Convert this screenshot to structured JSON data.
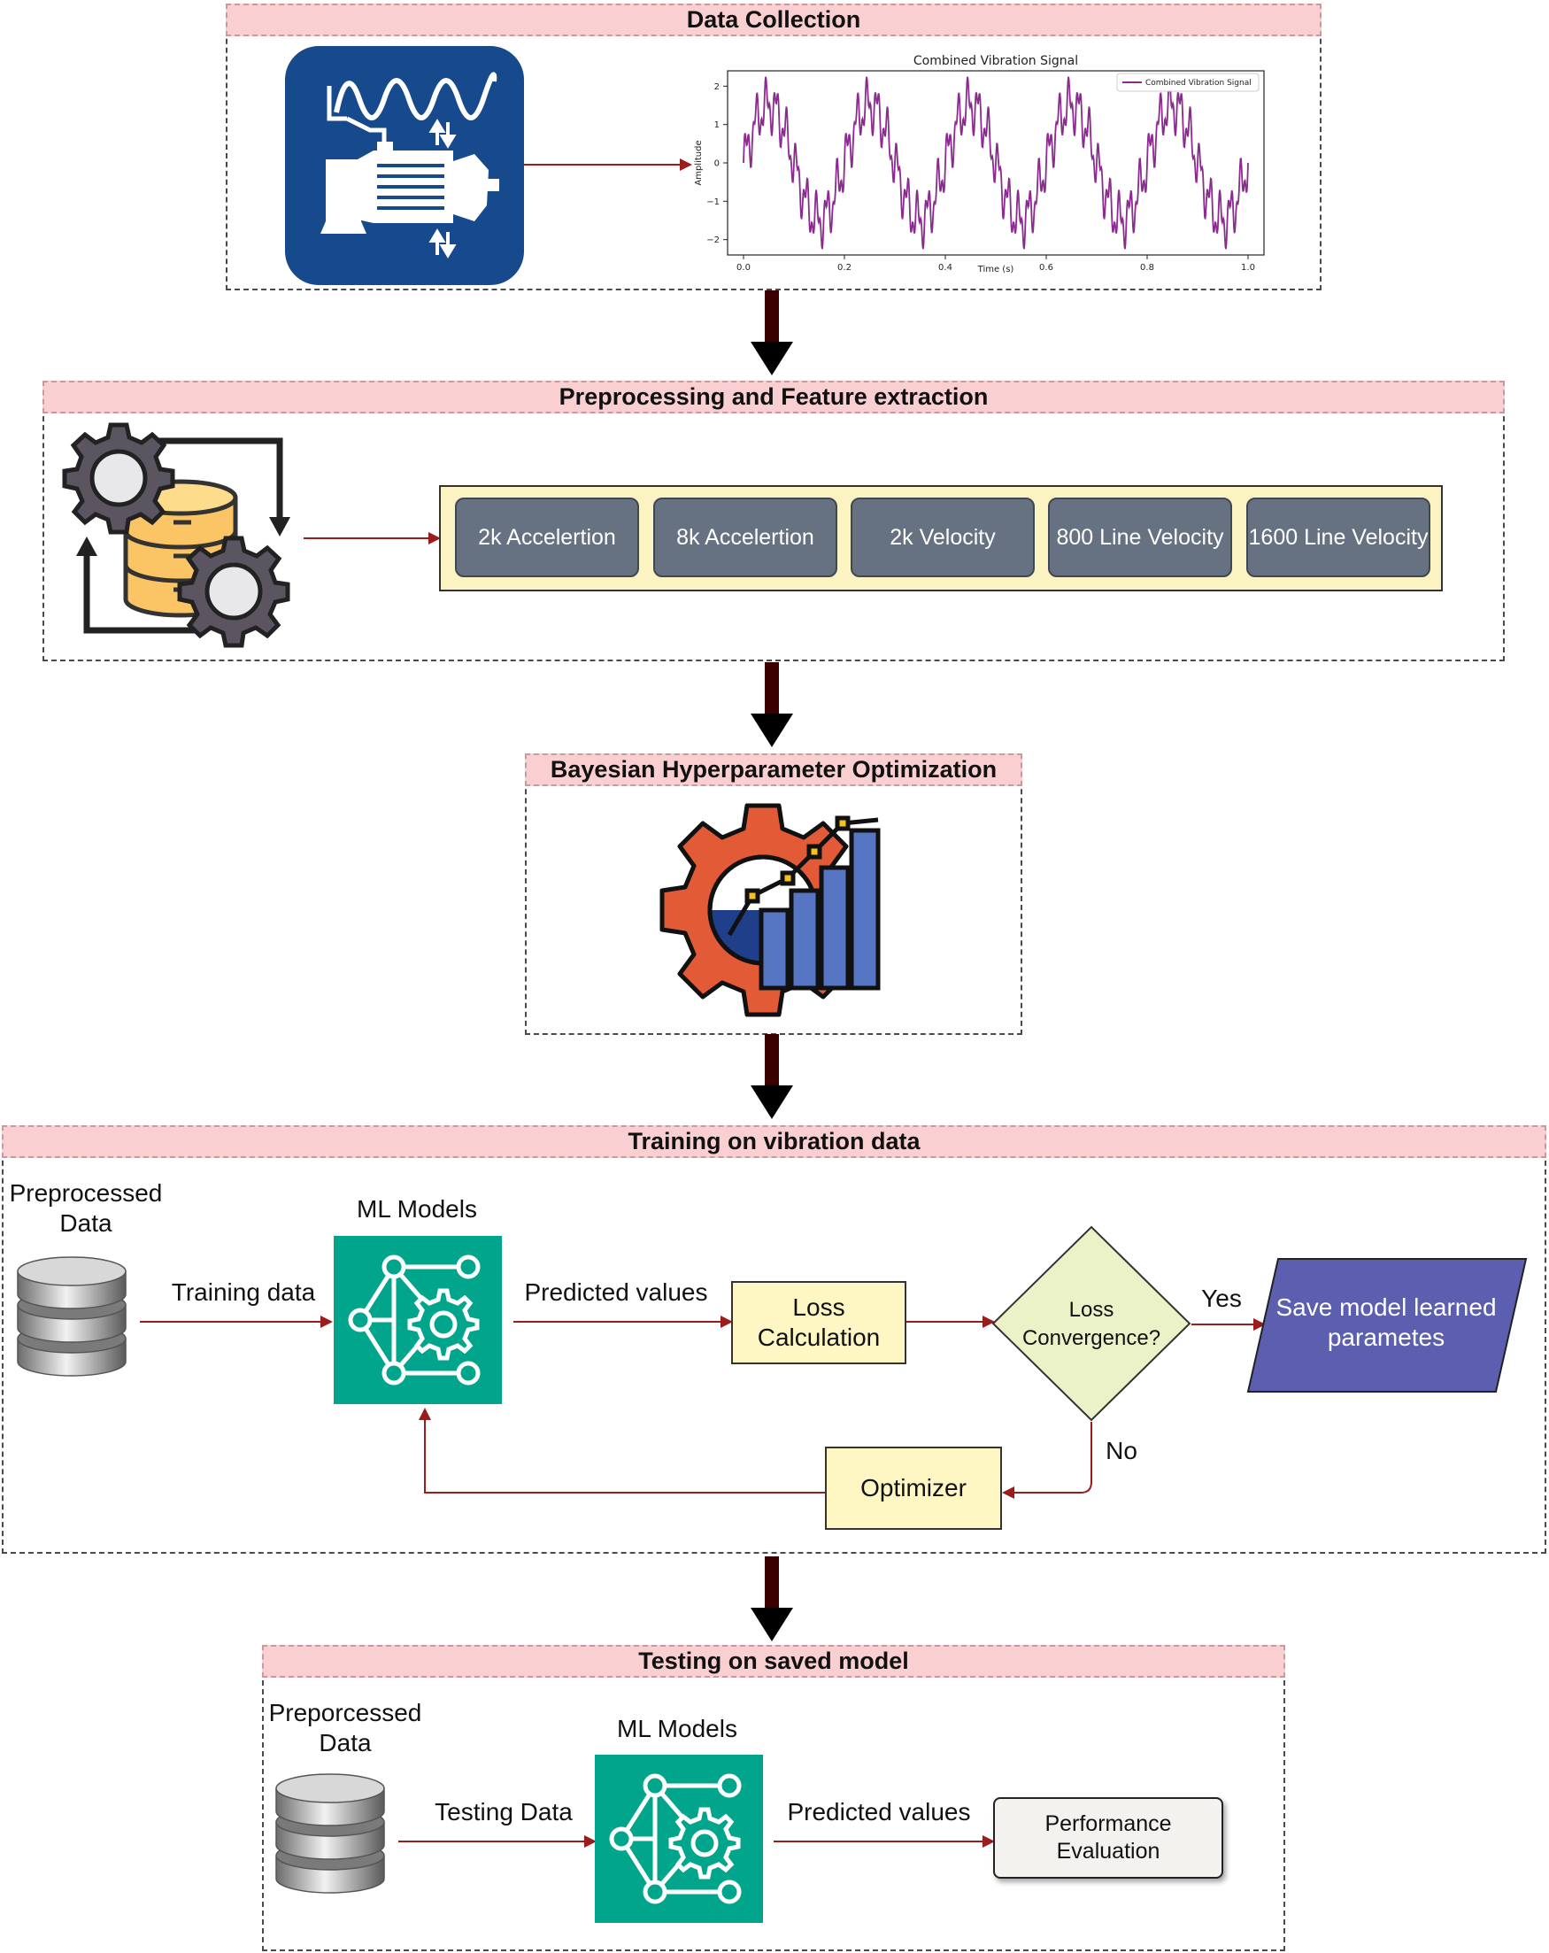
{
  "sections": {
    "data_collection": {
      "title": "Data Collection"
    },
    "preprocessing": {
      "title": "Preprocessing and Feature extraction"
    },
    "bayesian": {
      "title": "Bayesian Hyperparameter Optimization"
    },
    "training": {
      "title": "Training on vibration data"
    },
    "testing": {
      "title": "Testing on saved model"
    }
  },
  "features": [
    "2k Accelertion",
    "8k Accelertion",
    "2k Velocity",
    "800 Line Velocity",
    "1600 Line Velocity"
  ],
  "training": {
    "data_label": "Preprocessed\nData",
    "ml_label": "ML Models",
    "edge_training": "Training data",
    "edge_predicted": "Predicted values",
    "loss_box": "Loss\nCalculation",
    "decision": "Loss\nConvergence?",
    "yes": "Yes",
    "no": "No",
    "save_box": "Save model learned\nparametes",
    "optimizer": "Optimizer"
  },
  "testing": {
    "data_label": "Preporcessed\nData",
    "ml_label": "ML Models",
    "edge_testing": "Testing Data",
    "edge_predicted": "Predicted values",
    "perf_box": "Performance\nEvaluation"
  },
  "chart_data": {
    "type": "line",
    "title": "Combined Vibration Signal",
    "xlabel": "Time (s)",
    "ylabel": "Amplitude",
    "xlim": [
      0,
      1.0
    ],
    "ylim": [
      -2.4,
      2.4
    ],
    "xticks": [
      "0.0",
      "0.2",
      "0.4",
      "0.6",
      "0.8",
      "1.0"
    ],
    "yticks": [
      "2",
      "1",
      "0",
      "−1",
      "−2"
    ],
    "legend": "top-right",
    "grid": false,
    "series": [
      {
        "name": "Combined Vibration Signal",
        "color": "#8b2a8f",
        "components": [
          {
            "amplitude": 1.5,
            "frequency_hz": 5
          },
          {
            "amplitude": 0.5,
            "frequency_hz": 50
          },
          {
            "amplitude": 0.3,
            "frequency_hz": 120
          }
        ]
      }
    ]
  },
  "colors": {
    "header_fill": "#f9cfd1",
    "feature_strip": "#fbf3c2",
    "feature_box": "#667281",
    "ml_tile": "#00a58c",
    "save_parallelogram": "#5c5fb0",
    "yellow_box": "#fef7c3",
    "decision_fill": "#ebf2c8",
    "connector": "#9a1c1c",
    "pump_tile": "#174a8c"
  },
  "icons": [
    "pump-sensor-icon",
    "gears-database-icon",
    "gear-bar-chart-icon",
    "database-icon",
    "neural-network-gear-icon"
  ]
}
